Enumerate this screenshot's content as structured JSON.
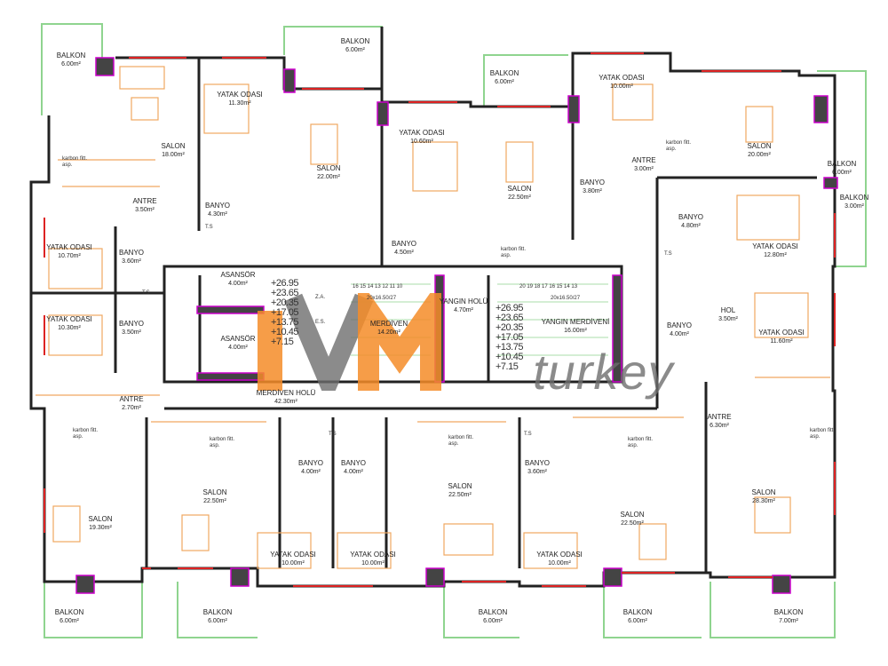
{
  "rooms": [
    {
      "name": "BALKON",
      "area": "6.00m²"
    },
    {
      "name": "SALON",
      "area": "18.00m²"
    },
    {
      "name": "YATAK ODASI",
      "area": "11.30m²"
    },
    {
      "name": "BALKON",
      "area": "6.00m²"
    },
    {
      "name": "SALON",
      "area": "22.00m²"
    },
    {
      "name": "BANYO",
      "area": "4.30m²"
    },
    {
      "name": "YATAK ODASI",
      "area": "10.60m²"
    },
    {
      "name": "BALKON",
      "area": "6.00m²"
    },
    {
      "name": "SALON",
      "area": "22.50m²"
    },
    {
      "name": "BANYO",
      "area": "4.50m²"
    },
    {
      "name": "YATAK ODASI",
      "area": "10.00m²"
    },
    {
      "name": "ANTRE",
      "area": "3.00m²"
    },
    {
      "name": "BANYO",
      "area": "3.80m²"
    },
    {
      "name": "SALON",
      "area": "20.00m²"
    },
    {
      "name": "BALKON",
      "area": "6.00m²"
    },
    {
      "name": "BALKON",
      "area": "3.00m²"
    },
    {
      "name": "BANYO",
      "area": "4.80m²"
    },
    {
      "name": "YATAK ODASI",
      "area": "12.80m²"
    },
    {
      "name": "ANTRE",
      "area": "3.50m²"
    },
    {
      "name": "YATAK ODASI",
      "area": "10.70m²"
    },
    {
      "name": "BANYO",
      "area": "3.60m²"
    },
    {
      "name": "ASANSÖR",
      "area": "4.00m²"
    },
    {
      "name": "ASANSÖR",
      "area": "4.00m²"
    },
    {
      "name": "MERDİVEN",
      "area": "14.20m²"
    },
    {
      "name": "YANGIN HOLÜ",
      "area": "4.70m²"
    },
    {
      "name": "YANGIN MERDİVENİ",
      "area": "16.00m²"
    },
    {
      "name": "MERDİVEN HOLÜ",
      "area": "42.30m²"
    },
    {
      "name": "YATAK ODASI",
      "area": "10.30m²"
    },
    {
      "name": "BANYO",
      "area": "3.50m²"
    },
    {
      "name": "ANTRE",
      "area": "2.70m²"
    },
    {
      "name": "HOL",
      "area": "3.50m²"
    },
    {
      "name": "BANYO",
      "area": "4.00m²"
    },
    {
      "name": "YATAK ODASI",
      "area": "11.60m²"
    },
    {
      "name": "ANTRE",
      "area": "6.30m²"
    },
    {
      "name": "SALON",
      "area": "19.30m²"
    },
    {
      "name": "SALON",
      "area": "22.50m²"
    },
    {
      "name": "BANYO",
      "area": "4.00m²"
    },
    {
      "name": "BANYO",
      "area": "4.00m²"
    },
    {
      "name": "YATAK ODASI",
      "area": "10.00m²"
    },
    {
      "name": "YATAK ODASI",
      "area": "10.00m²"
    },
    {
      "name": "SALON",
      "area": "22.50m²"
    },
    {
      "name": "BANYO",
      "area": "3.60m²"
    },
    {
      "name": "YATAK ODASI",
      "area": "10.00m²"
    },
    {
      "name": "SALON",
      "area": "22.50m²"
    },
    {
      "name": "SALON",
      "area": "28.30m²"
    },
    {
      "name": "BALKON",
      "area": "6.00m²"
    },
    {
      "name": "BALKON",
      "area": "6.00m²"
    },
    {
      "name": "BALKON",
      "area": "6.00m²"
    },
    {
      "name": "BALKON",
      "area": "6.00m²"
    },
    {
      "name": "BALKON",
      "area": "7.00m²"
    }
  ],
  "elevations": "+26.95 +23.65 +20.35 +17.05 +13.75 +10.45 +7.15",
  "notes": {
    "stair_spec": "20x16.50/27",
    "za": "Z.A.",
    "es": "E.S.",
    "ts": "T.S",
    "karbon": "karbon fitt. asp.",
    "steps_main": "16 15 14 13 12 11 10",
    "steps_fire": "20 19 18 17 16 15 14 13"
  },
  "watermark": {
    "logo": "IVM",
    "text": "turkey"
  }
}
